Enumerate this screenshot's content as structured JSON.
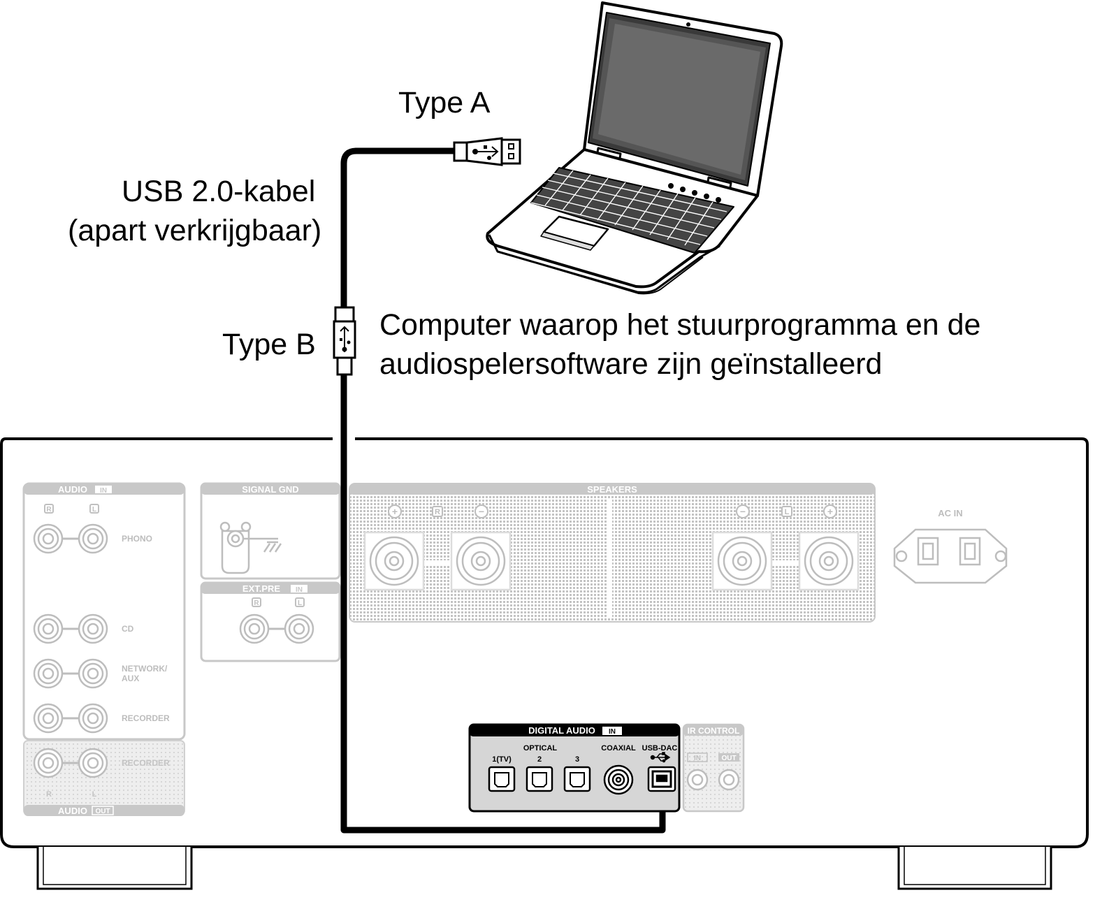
{
  "callouts": {
    "type_a": "Type A",
    "cable_line1": "USB 2.0-kabel",
    "cable_line2": "(apart verkrijgbaar)",
    "type_b": "Type B",
    "computer_line1": "Computer waarop het stuurprogramma en de",
    "computer_line2": "audiospelersoftware zijn geïnstalleerd"
  },
  "panel": {
    "audio_in": {
      "title": "AUDIO",
      "badge": "IN",
      "r": "R",
      "l": "L",
      "phono": "PHONO",
      "cd": "CD",
      "network_1": "NETWORK/",
      "network_2": "AUX",
      "recorder": "RECORDER"
    },
    "audio_out": {
      "title": "AUDIO",
      "badge": "OUT",
      "recorder": "RECORDER",
      "r": "R",
      "l": "L"
    },
    "signal_gnd": "SIGNAL GND",
    "ext_pre": {
      "title": "EXT.PRE",
      "badge": "IN",
      "r": "R",
      "l": "L"
    },
    "speakers": {
      "title": "SPEAKERS",
      "plus": "+",
      "minus": "−",
      "r": "R",
      "l": "L"
    },
    "ac_in": "AC IN",
    "digital_audio": {
      "title": "DIGITAL AUDIO",
      "badge": "IN",
      "optical": "OPTICAL",
      "opt1": "1(TV)",
      "opt2": "2",
      "opt3": "3",
      "coaxial": "COAXIAL",
      "usb_dac": "USB-DAC"
    },
    "ir_control": {
      "title": "IR CONTROL",
      "in": "IN",
      "out": "OUT"
    }
  },
  "colors": {
    "ink": "#000000",
    "faded": "#b8b8b8",
    "faded_fill": "#c8c8c8",
    "panel_gray": "#d6d6d6"
  }
}
